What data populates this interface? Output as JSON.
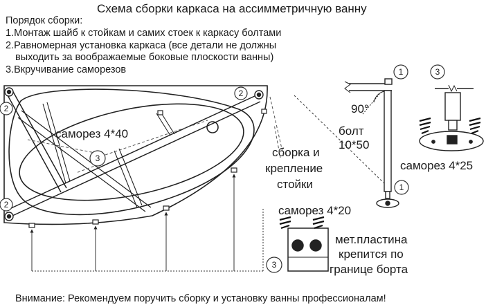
{
  "title": "Схема сборки каркаса на ассимметричную ванну",
  "steps_heading": "Порядок сборки:",
  "steps": [
    "1.Монтаж шайб к стойкам и самих стоек к каркасу болтами",
    "2.Равномерная установка каркаса (все детали не должны",
    "выходить за воображаемые боковые плоскости ванны)",
    "3.Вкручивание саморезов"
  ],
  "labels": {
    "screw_440": "саморез 4*40",
    "screw_425": "саморез 4*25",
    "screw_420": "саморез 4*20",
    "angle": "90°",
    "bolt_line1": "болт",
    "bolt_line2": "10*50",
    "assembly_line1": "сборка и",
    "assembly_line2": "крепление",
    "assembly_line3": "стойки",
    "plate_line1": "мет.пластина",
    "plate_line2": "крепится по",
    "plate_line3": "границе борта"
  },
  "callouts": {
    "one": "1",
    "two": "2",
    "three": "3"
  },
  "warning": "Внимание: Рекомендуем поручить сборку и установку ванны профессионалам!"
}
